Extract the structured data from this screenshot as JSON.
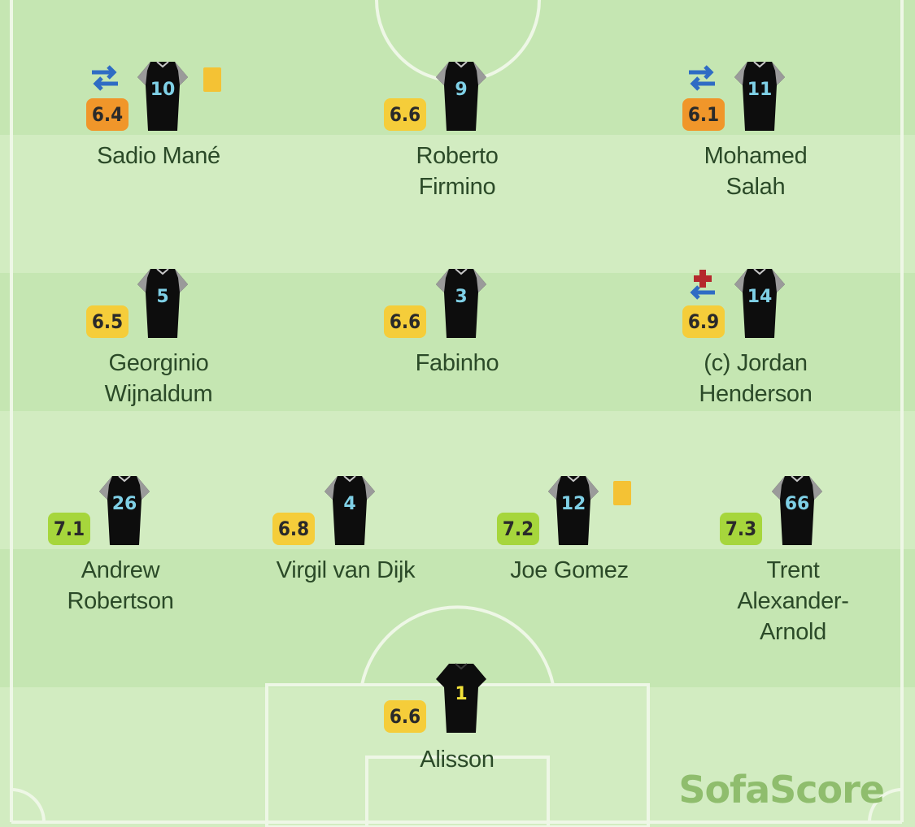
{
  "brand": "SofaScore",
  "colors": {
    "rating_low": "#f0962a",
    "rating_mid": "#f5cd3a",
    "rating_high": "#a6d63c",
    "shirt": "#0d0d0d",
    "shirt_number": "#7fd0e6",
    "gk_number": "#f2e23a",
    "card": "#f4c234"
  },
  "players": {
    "mane": {
      "number": "10",
      "rating": "6.4",
      "name": "Sadio Mané",
      "substituted": true,
      "yellow_card": true
    },
    "firmino": {
      "number": "9",
      "rating": "6.6",
      "name": "Roberto\nFirmino"
    },
    "salah": {
      "number": "11",
      "rating": "6.1",
      "name": "Mohamed\nSalah",
      "substituted": true
    },
    "wijnaldum": {
      "number": "5",
      "rating": "6.5",
      "name": "Georginio\nWijnaldum"
    },
    "fabinho": {
      "number": "3",
      "rating": "6.6",
      "name": "Fabinho"
    },
    "henderson": {
      "number": "14",
      "rating": "6.9",
      "name": "(c) Jordan\nHenderson",
      "injury_substitution": true
    },
    "robertson": {
      "number": "26",
      "rating": "7.1",
      "name": "Andrew\nRobertson"
    },
    "van_dijk": {
      "number": "4",
      "rating": "6.8",
      "name": "Virgil van Dijk"
    },
    "gomez": {
      "number": "12",
      "rating": "7.2",
      "name": "Joe Gomez",
      "yellow_card": true
    },
    "alexander_arnold": {
      "number": "66",
      "rating": "7.3",
      "name": "Trent\nAlexander-\nArnold"
    },
    "alisson": {
      "number": "1",
      "rating": "6.6",
      "name": "Alisson"
    }
  }
}
